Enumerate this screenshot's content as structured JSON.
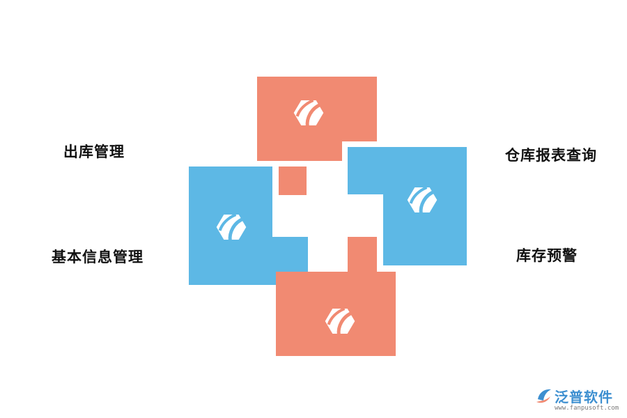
{
  "labels": {
    "outbound": "出库管理",
    "basic_info": "基本信息管理",
    "report_query": "仓库报表查询",
    "stock_alert": "库存预警"
  },
  "colors": {
    "salmon": "#f18a72",
    "blue": "#5db8e5",
    "text": "#111111",
    "brand": "#3d8fd0"
  },
  "icons": {
    "puzzle_piece": "hexagon-logo-icon"
  },
  "brand": {
    "name": "泛普软件",
    "url": "www.fanpusoft.com"
  }
}
